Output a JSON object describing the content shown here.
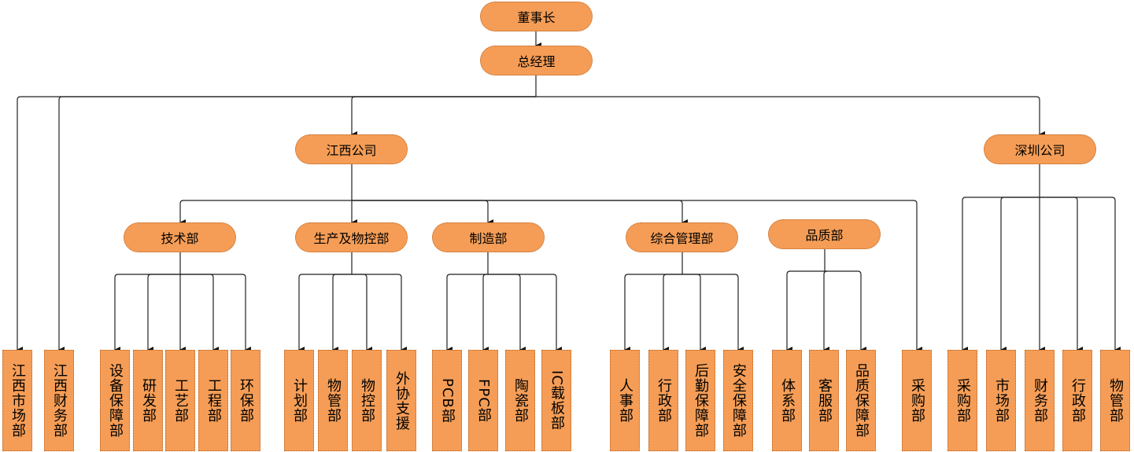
{
  "title": "组织架构图",
  "colors": {
    "node_fill": "#f59d56",
    "node_border": "#b5652a",
    "line": "#222222"
  },
  "root": {
    "label": "董事长"
  },
  "gm": {
    "label": "总经理"
  },
  "gm_direct": [
    {
      "label": "江西市场部"
    },
    {
      "label": "江西财务部"
    }
  ],
  "jiangxi": {
    "label": "江西公司",
    "departments": [
      {
        "label": "技术部",
        "children": [
          "设备保障部",
          "研发部",
          "工艺部",
          "工程部",
          "环保部"
        ]
      },
      {
        "label": "生产及物控部",
        "children": [
          "计划部",
          "物管部",
          "物控部",
          "外协支援"
        ]
      },
      {
        "label": "制造部",
        "children": [
          "PCB部",
          "FPC部",
          "陶瓷部",
          "IC载板部"
        ]
      },
      {
        "label": "综合管理部",
        "children": [
          "人事部",
          "行政部",
          "后勤保障部",
          "安全保障部"
        ]
      },
      {
        "label": "品质部",
        "children": [
          "体系部",
          "客服部",
          "品质保障部"
        ]
      }
    ],
    "direct": [
      {
        "label": "采购部"
      }
    ]
  },
  "shenzhen": {
    "label": "深圳公司",
    "children": [
      "采购部",
      "市场部",
      "财务部",
      "行政部",
      "物管部"
    ]
  }
}
